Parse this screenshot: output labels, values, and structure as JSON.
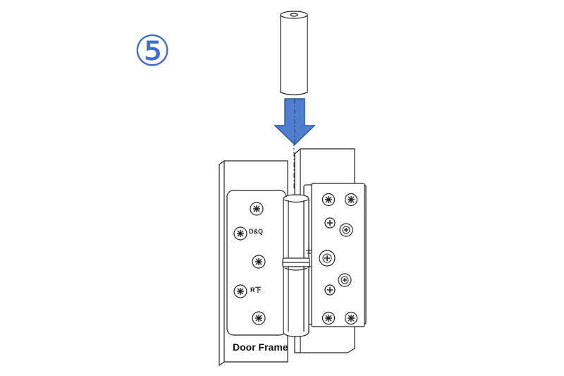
{
  "step": {
    "number": "⑤"
  },
  "hinge": {
    "leaf_engraving_1": "D&Q",
    "leaf_engraving_2": "R下"
  },
  "labels": {
    "door_frame": "Door Frame"
  },
  "colors": {
    "arrow_fill": "#4f7fce",
    "arrow_stroke": "#2c56a2",
    "step_number": "#3f6fd0",
    "line_art": "#222222"
  }
}
